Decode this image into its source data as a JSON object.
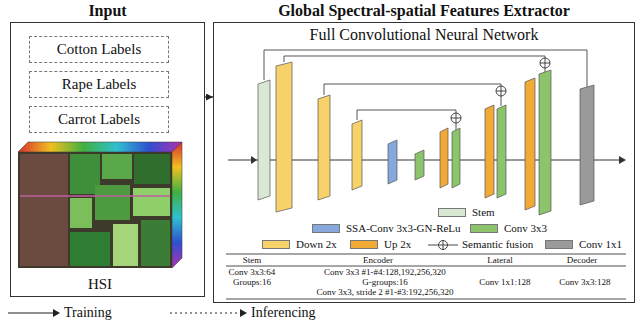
{
  "diagram": {
    "nodes": [
      {
        "text": [
          "Input"
        ]
      },
      {
        "text": [
          "Cotton Labels"
        ],
        "in": 0
      },
      {
        "text": [
          "Rape Labels"
        ],
        "in": 0
      },
      {
        "text": [
          "Carrot Labels"
        ],
        "in": 0
      },
      {
        "text": [
          "Global Spectral-spatial Features Extractor",
          "Full Convolutional Neural Network"
        ]
      }
    ],
    "edges": [
      {
        "from": 0,
        "to": 4,
        "arrow": "to"
      }
    ],
    "labels": [
      "HSI",
      "Stem",
      "Encoder",
      "Lateral",
      "Decoder",
      "Conv 3x3:64",
      "Groups:16",
      "Conv 3x3 #1-#4:128,192,256,320",
      "G-groups:16",
      "Conv 3x3, stride 2 #1-#3:192,256,320",
      "Conv 1x1:128",
      "Conv 3x3:128"
    ],
    "legend": [
      {
        "text": "Stem",
        "color": "#d9e8d2"
      },
      {
        "text": "SSA-Conv 3x3-GN-ReLu",
        "color": "#86a8dc"
      },
      {
        "text": "Conv 3x3",
        "color": "#8cc46c"
      },
      {
        "text": "Down 2x",
        "color": "#f7d26a"
      },
      {
        "text": "Up 2x",
        "color": "#f2aa36"
      },
      {
        "text": "Semantic fusion"
      },
      {
        "text": "Conv 1x1",
        "color": "#9a9a9a"
      },
      {
        "text": "Training"
      },
      {
        "text": "Inferencing"
      }
    ]
  }
}
